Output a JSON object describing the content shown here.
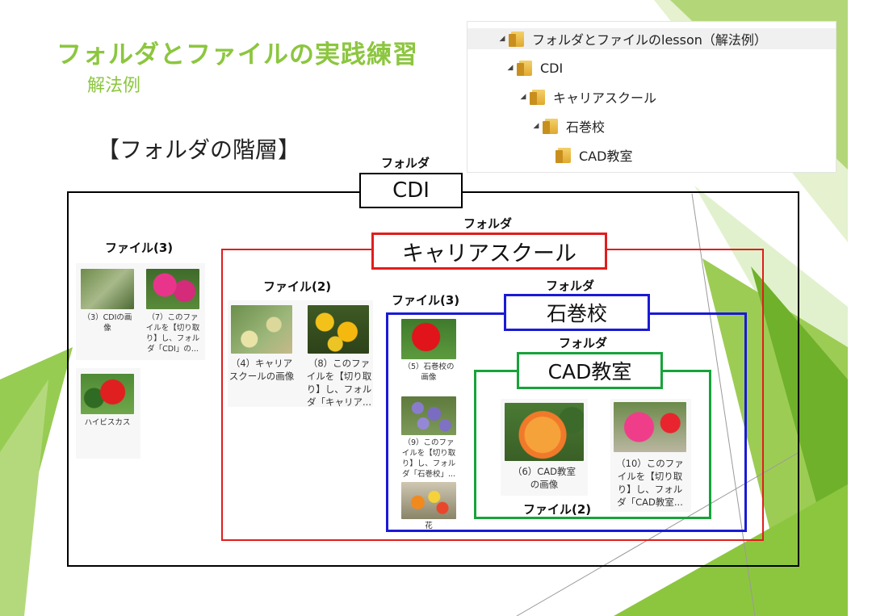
{
  "title": "フォルダとファイルの実践練習",
  "subtitle": "解法例",
  "section": "【フォルダの階層】",
  "tree": {
    "rows": [
      {
        "label": "フォルダとファイルのlesson（解法例）"
      },
      {
        "label": "CDI"
      },
      {
        "label": "キャリアスクール"
      },
      {
        "label": "石巻校"
      },
      {
        "label": "CAD教室"
      }
    ]
  },
  "folders": {
    "cdi": {
      "caption": "フォルダ",
      "name": "CDI"
    },
    "career": {
      "caption": "フォルダ",
      "name": "キャリアスクール"
    },
    "ishinomaki": {
      "caption": "フォルダ",
      "name": "石巻校"
    },
    "cad": {
      "caption": "フォルダ",
      "name": "CAD教室"
    }
  },
  "groups": {
    "cdi_files": "ファイル(3)",
    "career_files": "ファイル(2)",
    "ishinomaki_files": "ファイル(3)",
    "cad_files": "ファイル(2)"
  },
  "files": {
    "f3": {
      "line1": "（3）CDIの画",
      "line2": "像",
      "line3": ""
    },
    "f7": {
      "line1": "（7）このファ",
      "line2": "イルを【切り取",
      "line3": "り】し、フォル",
      "line4": "ダ「CDI」の..."
    },
    "hibiscus": {
      "line1": "ハイビスカス"
    },
    "f4": {
      "line1": "（4）キャリア",
      "line2": "スクールの画像"
    },
    "f8": {
      "line1": "（8）このファ",
      "line2": "イルを【切り取",
      "line3": "り】し、フォル",
      "line4": "ダ「キャリア..."
    },
    "f5": {
      "line1": "（5）石巻校の",
      "line2": "画像"
    },
    "f9": {
      "line1": "（9）このファ",
      "line2": "イルを【切り取",
      "line3": "り】し、フォル",
      "line4": "ダ「石巻校」..."
    },
    "hana": {
      "line1": "花"
    },
    "f6": {
      "line1": "（6）CAD教室",
      "line2": "の画像"
    },
    "f10": {
      "line1": "（10）このファ",
      "line2": "イルを【切り取",
      "line3": "り】し、フォル",
      "line4": "ダ「CAD教室..."
    }
  },
  "colors": {
    "accent_green": "#8cc63f",
    "cdi_border": "#000000",
    "career_border": "#e11d1d",
    "ishinomaki_border": "#1a1ad6",
    "cad_border": "#17a33a"
  }
}
